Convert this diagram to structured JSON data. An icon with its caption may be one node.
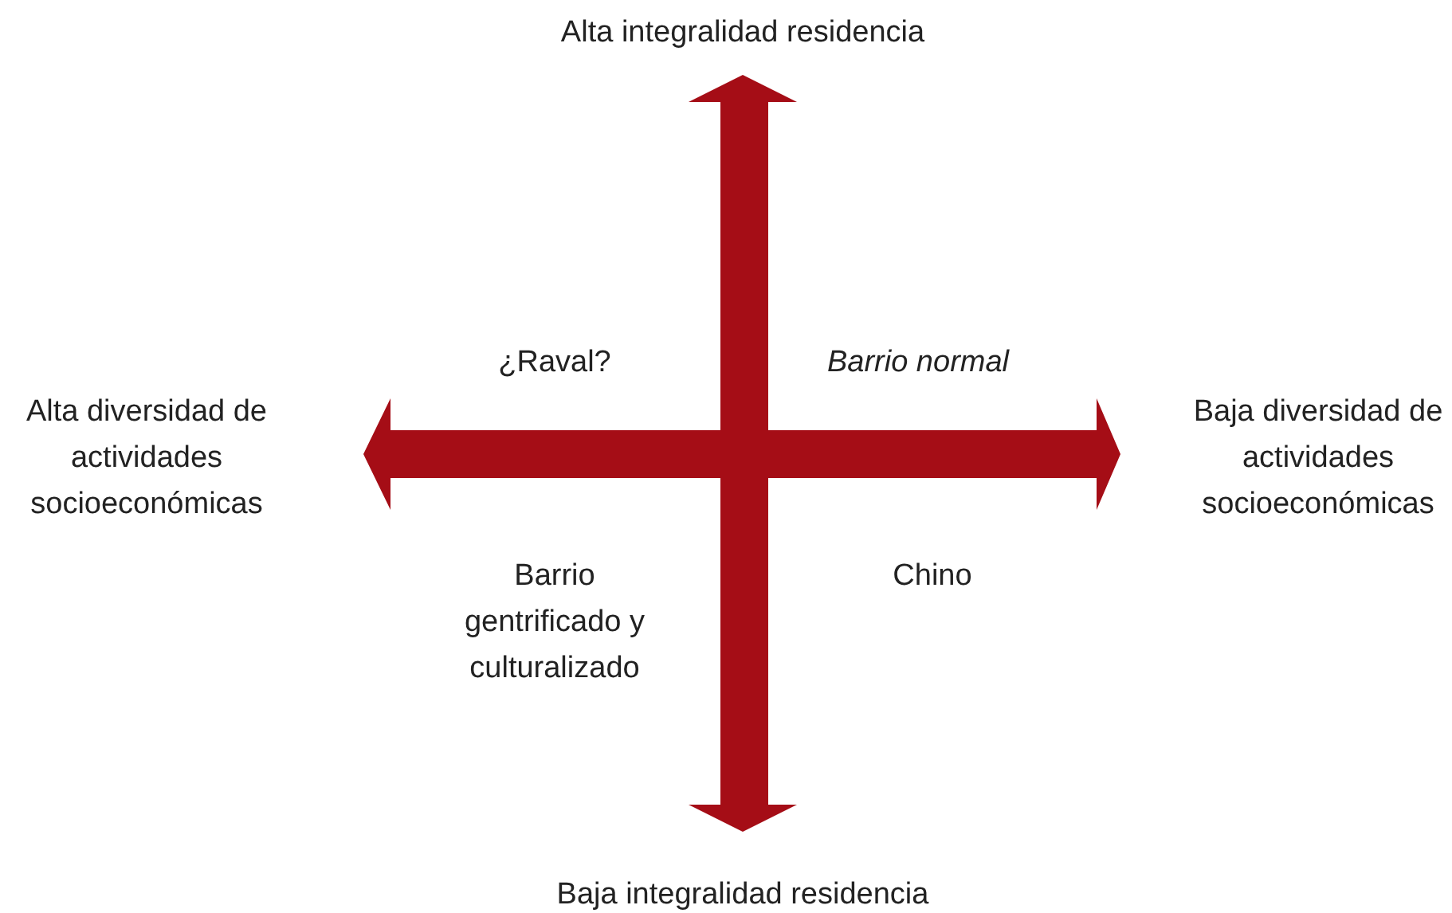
{
  "diagram": {
    "labels": [
      "Alta integralidad residencia",
      "¿Raval?",
      "Barrio normal",
      "Alta diversidad de actividades socioeconómicas",
      "Baja diversidad de actividades socioeconómicas",
      "Barrio gentrificado y culturalizado",
      "Chino",
      "Baja integralidad residencia"
    ]
  }
}
